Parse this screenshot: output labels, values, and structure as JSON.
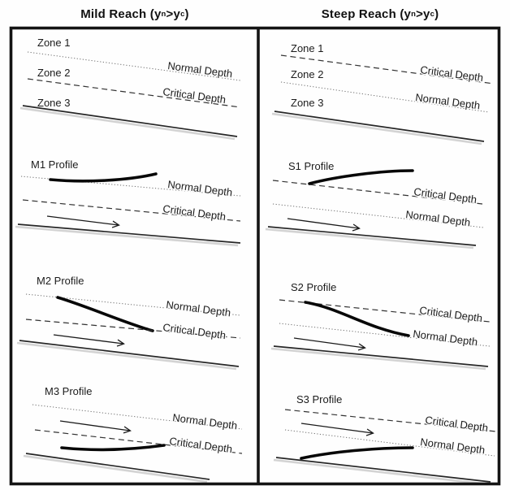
{
  "diagram": {
    "mild": {
      "title": {
        "prefix": "Mild Reach (y",
        "sub_n": "n",
        "op": ">y",
        "sub_c": "c",
        "suffix": ")"
      },
      "zones": {
        "zone1": "Zone 1",
        "zone2": "Zone 2",
        "zone3": "Zone 3",
        "normal_label": "Normal Depth",
        "critical_label": "Critical Depth"
      },
      "profiles": [
        {
          "title": "M1 Profile",
          "normal_label": "Normal Depth",
          "critical_label": "Critical Depth"
        },
        {
          "title": "M2 Profile",
          "normal_label": "Normal Depth",
          "critical_label": "Critical Depth"
        },
        {
          "title": "M3 Profile",
          "normal_label": "Normal Depth",
          "critical_label": "Critical Depth"
        }
      ]
    },
    "steep": {
      "title": {
        "prefix": "Steep Reach (y",
        "sub_n": "n",
        "op": ">y",
        "sub_c": "c",
        "suffix": ")"
      },
      "zones": {
        "zone1": "Zone 1",
        "zone2": "Zone 2",
        "zone3": "Zone 3",
        "normal_label": "Normal Depth",
        "critical_label": "Critical Depth"
      },
      "profiles": [
        {
          "title": "S1 Profile",
          "normal_label": "Normal Depth",
          "critical_label": "Critical Depth"
        },
        {
          "title": "S2 Profile",
          "normal_label": "Normal Depth",
          "critical_label": "Critical Depth"
        },
        {
          "title": "S3 Profile",
          "normal_label": "Normal Depth",
          "critical_label": "Critical Depth"
        }
      ]
    },
    "colors": {
      "ink": "#1a1a1a",
      "line_gray": "#6e6e6e",
      "bed_shadow": "#c8c8c8"
    }
  }
}
